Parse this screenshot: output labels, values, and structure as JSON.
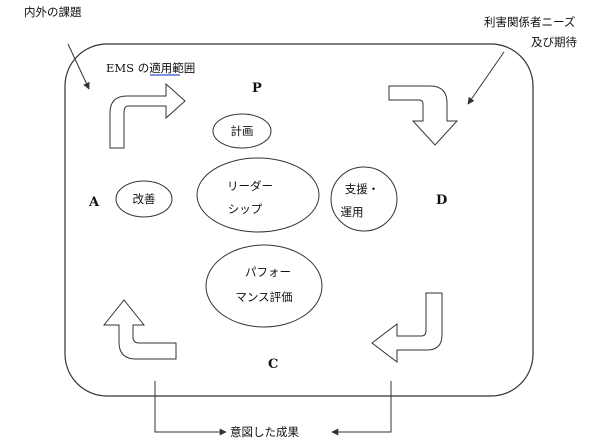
{
  "external_labels": {
    "internal_external_issues": "内外の課題",
    "stakeholder_needs_line1": "利害関係者ニーズ",
    "stakeholder_needs_line2": "及び期待",
    "intended_outcomes": "意図した成果"
  },
  "scope_label": "EMS の適用範囲",
  "pdca": {
    "p": "P",
    "d": "D",
    "c": "C",
    "a": "A"
  },
  "nodes": {
    "planning": "計画",
    "support_line1": "支援・",
    "support_line2": "運用",
    "improvement": "改善",
    "leadership_line1": "リーダー",
    "leadership_line2": "シップ",
    "performance_line1": "パフォー",
    "performance_line2": "マンス評価"
  }
}
